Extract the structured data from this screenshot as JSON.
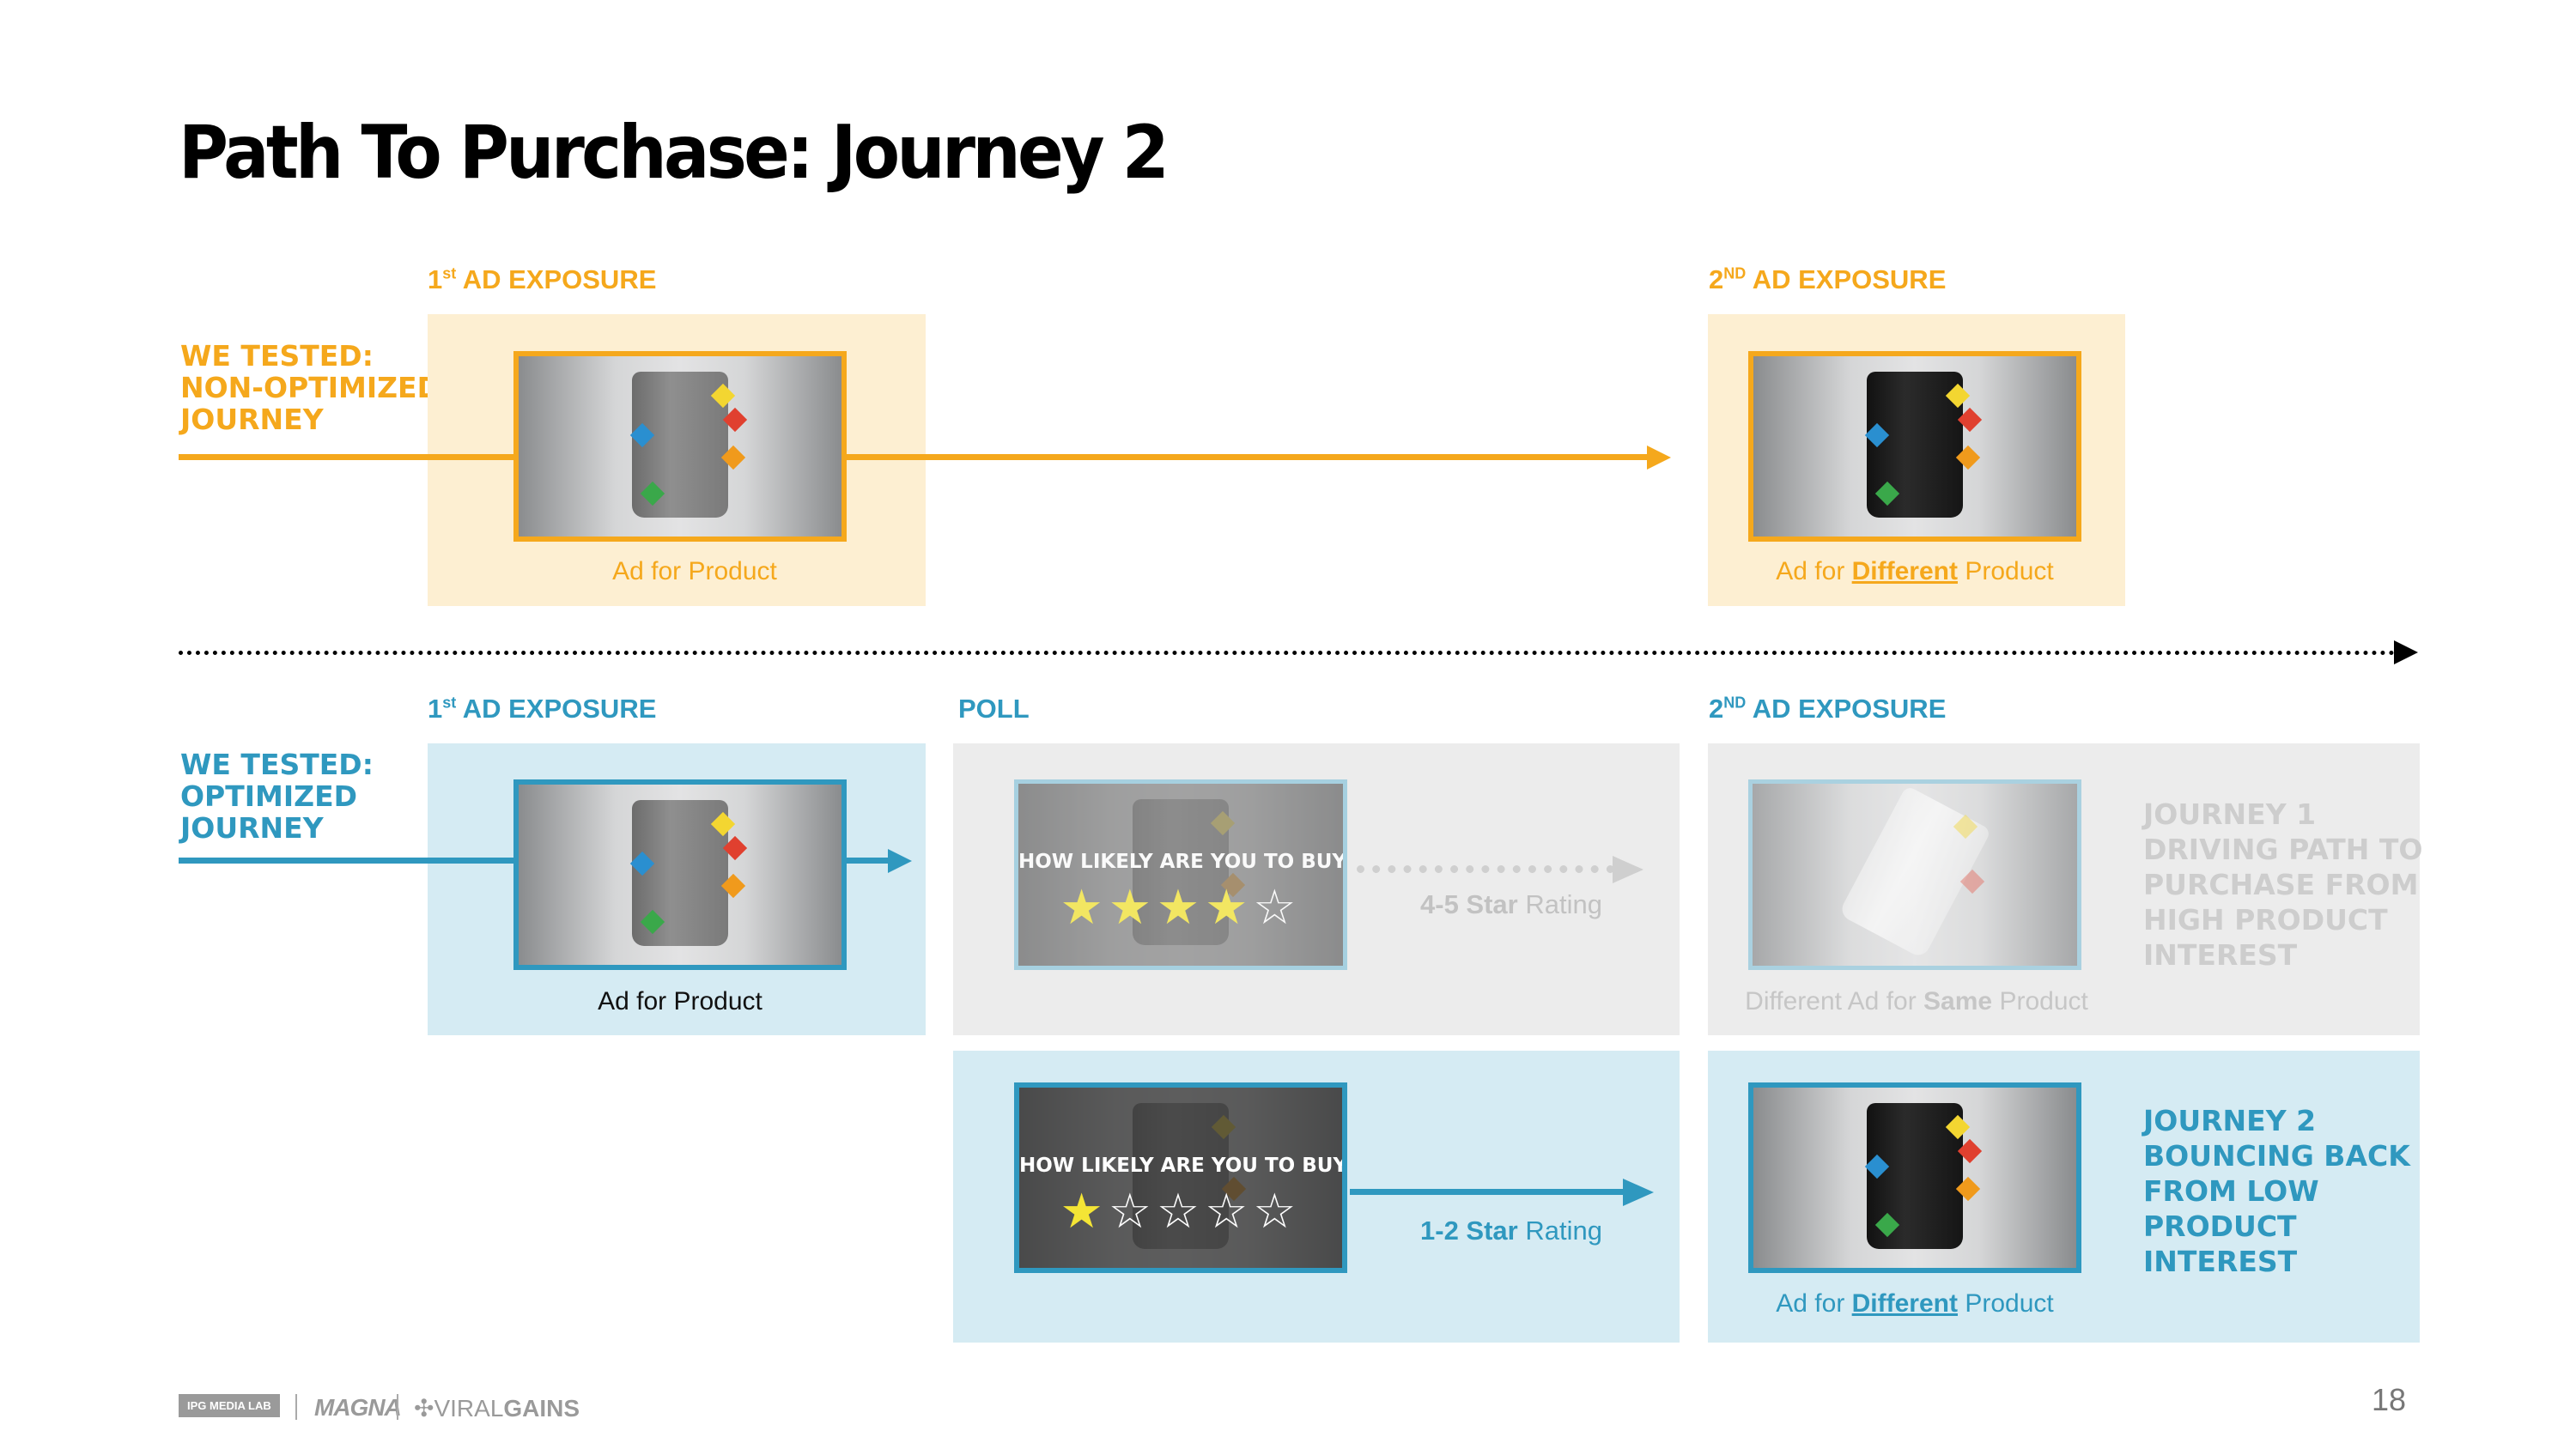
{
  "title": "Path To Purchase: Journey 2",
  "row1": {
    "tested": [
      "WE TESTED:",
      "NON-OPTIMIZED",
      "JOURNEY"
    ],
    "exposure1": {
      "ord": "1",
      "sup": "st",
      "rest": " AD EXPOSURE",
      "caption": "Ad for Product"
    },
    "exposure2": {
      "ord": "2",
      "sup": "ND",
      "rest": " AD EXPOSURE",
      "caption_pre": "Ad for ",
      "caption_em": "Different",
      "caption_post": " Product"
    }
  },
  "row2": {
    "tested": [
      "WE TESTED:",
      "OPTIMIZED",
      "JOURNEY"
    ],
    "exposure1": {
      "ord": "1",
      "sup": "st",
      "rest": " AD EXPOSURE",
      "caption": "Ad for Product"
    },
    "poll_label": "POLL",
    "exposure2": {
      "ord": "2",
      "sup": "ND",
      "rest": " AD EXPOSURE"
    },
    "upper": {
      "question": "HOW LIKELY ARE YOU TO BUY?",
      "rating_value": 4,
      "rating_max": 5,
      "rating_em": "4-5 Star",
      "rating_rest": " Rating",
      "caption_pre": "Different Ad for ",
      "caption_em": "Same",
      "caption_post": " Product",
      "journey": [
        "JOURNEY 1",
        "DRIVING PATH TO",
        "PURCHASE FROM",
        "HIGH PRODUCT",
        "INTEREST"
      ]
    },
    "lower": {
      "question": "HOW LIKELY ARE YOU TO BUY?",
      "rating_value": 1,
      "rating_max": 5,
      "rating_em": "1-2 Star",
      "rating_rest": " Rating",
      "caption_pre": "Ad for ",
      "caption_em": "Different",
      "caption_post": " Product",
      "journey": [
        "JOURNEY 2",
        "BOUNCING BACK",
        "FROM LOW",
        "PRODUCT",
        "INTEREST"
      ]
    }
  },
  "footer": {
    "logo1": "IPG MEDIA LAB",
    "logo2": "MAGNA",
    "logo3_a": "VIRAL",
    "logo3_b": "GAINS",
    "page_number": "18"
  },
  "colors": {
    "orange": "#f5a81c",
    "blue": "#2f98bf",
    "grey_text": "#c6c6c6",
    "star_yellow": "#f4e535"
  },
  "icons": [
    "star-icon",
    "arrow-right-icon",
    "product-bag-icon"
  ]
}
